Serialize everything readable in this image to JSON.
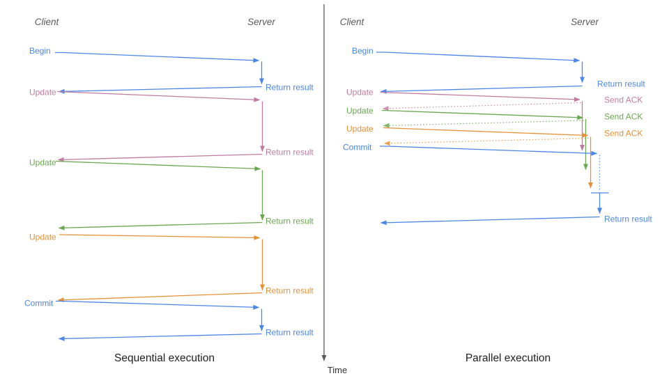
{
  "colors": {
    "blue": "#4a86e8",
    "pink": "#c27ba0",
    "green": "#6aa84f",
    "orange": "#e69138",
    "axis_gray": "#595959",
    "title_black": "#1f1f1f"
  },
  "left": {
    "title": "Sequential execution",
    "client_label": "Client",
    "server_label": "Server",
    "messages": [
      {
        "label": "Begin",
        "response": "Return result",
        "color": "blue"
      },
      {
        "label": "Update",
        "response": "Return result",
        "color": "pink"
      },
      {
        "label": "Update",
        "response": "Return result",
        "color": "green"
      },
      {
        "label": "Update",
        "response": "Return result",
        "color": "orange"
      },
      {
        "label": "Commit",
        "response": "Return result",
        "color": "blue"
      }
    ]
  },
  "right": {
    "title": "Parallel execution",
    "client_label": "Client",
    "server_label": "Server",
    "messages": [
      {
        "label": "Begin",
        "response": "Return result",
        "color": "blue"
      },
      {
        "label": "Update",
        "response": "Send ACK",
        "color": "pink"
      },
      {
        "label": "Update",
        "response": "Send ACK",
        "color": "green"
      },
      {
        "label": "Update",
        "response": "Send ACK",
        "color": "orange"
      },
      {
        "label": "Commit",
        "response": "Return result",
        "color": "blue"
      }
    ]
  },
  "time_axis": {
    "label": "Time"
  }
}
